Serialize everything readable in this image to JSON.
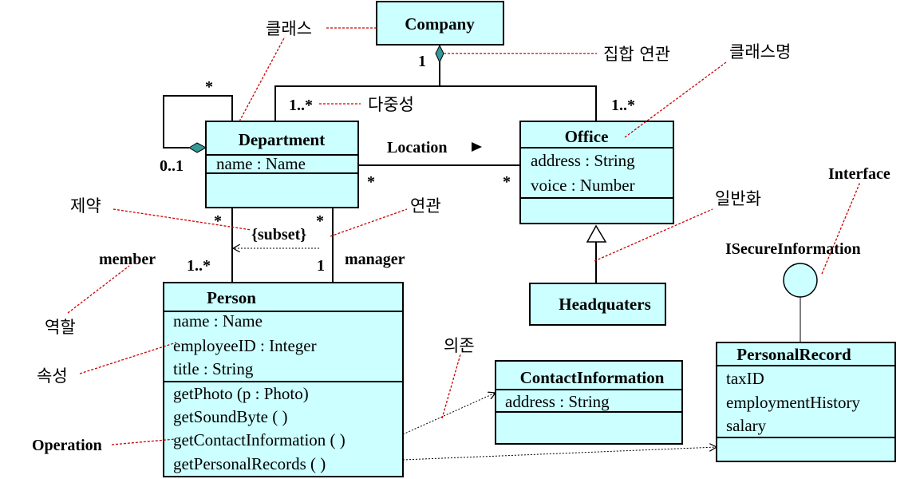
{
  "classes": {
    "company": {
      "name": "Company"
    },
    "department": {
      "name": "Department",
      "attributes": [
        "name : Name"
      ]
    },
    "office": {
      "name": "Office",
      "attributes": [
        "address : String",
        "voice : Number"
      ]
    },
    "person": {
      "name": "Person",
      "attributes": [
        "name : Name",
        "employeeID : Integer",
        "title : String"
      ],
      "operations": [
        "getPhoto (p : Photo)",
        "getSoundByte ( )",
        "getContactInformation ( )",
        "getPersonalRecords ( )"
      ]
    },
    "headquaters": {
      "name": "Headquaters"
    },
    "contact_information": {
      "name": "ContactInformation",
      "attributes": [
        "address : String"
      ]
    },
    "personal_record": {
      "name": "PersonalRecord",
      "attributes": [
        "taxID",
        "employmentHistory",
        "salary"
      ]
    }
  },
  "interface": {
    "name": "ISecureInformation"
  },
  "association": {
    "location": "Location",
    "constraint": "{subset}"
  },
  "roles": {
    "member": "member",
    "manager": "manager"
  },
  "multiplicities": {
    "company": "1",
    "dept_from_company": "1..*",
    "office_from_company": "1..*",
    "dept_self_star": "*",
    "dept_self_zero_one": "0..1",
    "location_dept": "*",
    "location_office": "*",
    "dept_member_top": "*",
    "dept_manager_top": "*",
    "person_member": "1..*",
    "person_manager": "1"
  },
  "annotations": {
    "class": "클래스",
    "aggregation": "집합 연관",
    "class_name": "클래스명",
    "multiplicity": "다중성",
    "constraint": "제약",
    "association": "연관",
    "generalization": "일반화",
    "interface": "Interface",
    "role": "역할",
    "attribute": "속성",
    "dependency": "의존",
    "operation": "Operation"
  },
  "colors": {
    "class_fill": "#ccffff",
    "annotation_line": "#cc0000",
    "aggregation_diamond": "#339999"
  }
}
